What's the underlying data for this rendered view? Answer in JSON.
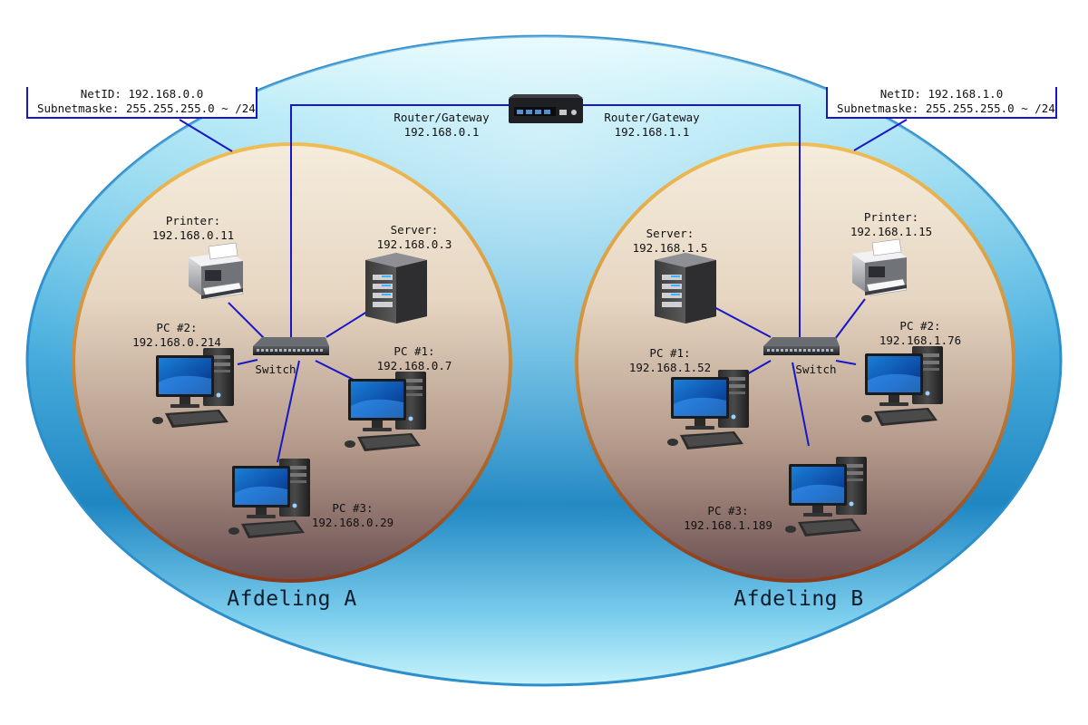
{
  "colors": {
    "link_line": "#1717c9",
    "outer_ellipse_light": "#cdf6fb",
    "outer_ellipse_mid": "#56bde6",
    "outer_ellipse_dark": "#1f86c2",
    "department_circle_top": "#f3e8d6",
    "department_circle_bottom": "#6e5456",
    "department_rim": "#e3a63a"
  },
  "router": {
    "icon": "router-icon",
    "left_label": "Router/Gateway",
    "left_ip": "192.168.0.1",
    "right_label": "Router/Gateway",
    "right_ip": "192.168.1.1"
  },
  "department_a": {
    "title": "Afdeling A",
    "netinfo": {
      "netid": "NetID: 192.168.0.0",
      "subnet": "Subnetmaske: 255.255.255.0 ~ /24"
    },
    "switch_label": "Switch",
    "devices": {
      "printer": {
        "label": "Printer:",
        "ip": "192.168.0.11",
        "icon": "printer-icon"
      },
      "server": {
        "label": "Server:",
        "ip": "192.168.0.3",
        "icon": "server-icon"
      },
      "pc2": {
        "label": "PC #2:",
        "ip": "192.168.0.214",
        "icon": "pc-icon"
      },
      "pc1": {
        "label": "PC #1:",
        "ip": "192.168.0.7",
        "icon": "pc-icon"
      },
      "pc3": {
        "label": "PC #3:",
        "ip": "192.168.0.29",
        "icon": "pc-icon"
      }
    }
  },
  "department_b": {
    "title": "Afdeling B",
    "netinfo": {
      "netid": "NetID: 192.168.1.0",
      "subnet": "Subnetmaske: 255.255.255.0 ~ /24"
    },
    "switch_label": "Switch",
    "devices": {
      "server": {
        "label": "Server:",
        "ip": "192.168.1.5",
        "icon": "server-icon"
      },
      "printer": {
        "label": "Printer:",
        "ip": "192.168.1.15",
        "icon": "printer-icon"
      },
      "pc1": {
        "label": "PC #1:",
        "ip": "192.168.1.52",
        "icon": "pc-icon"
      },
      "pc2": {
        "label": "PC #2:",
        "ip": "192.168.1.76",
        "icon": "pc-icon"
      },
      "pc3": {
        "label": "PC #3:",
        "ip": "192.168.1.189",
        "icon": "pc-icon"
      }
    }
  }
}
